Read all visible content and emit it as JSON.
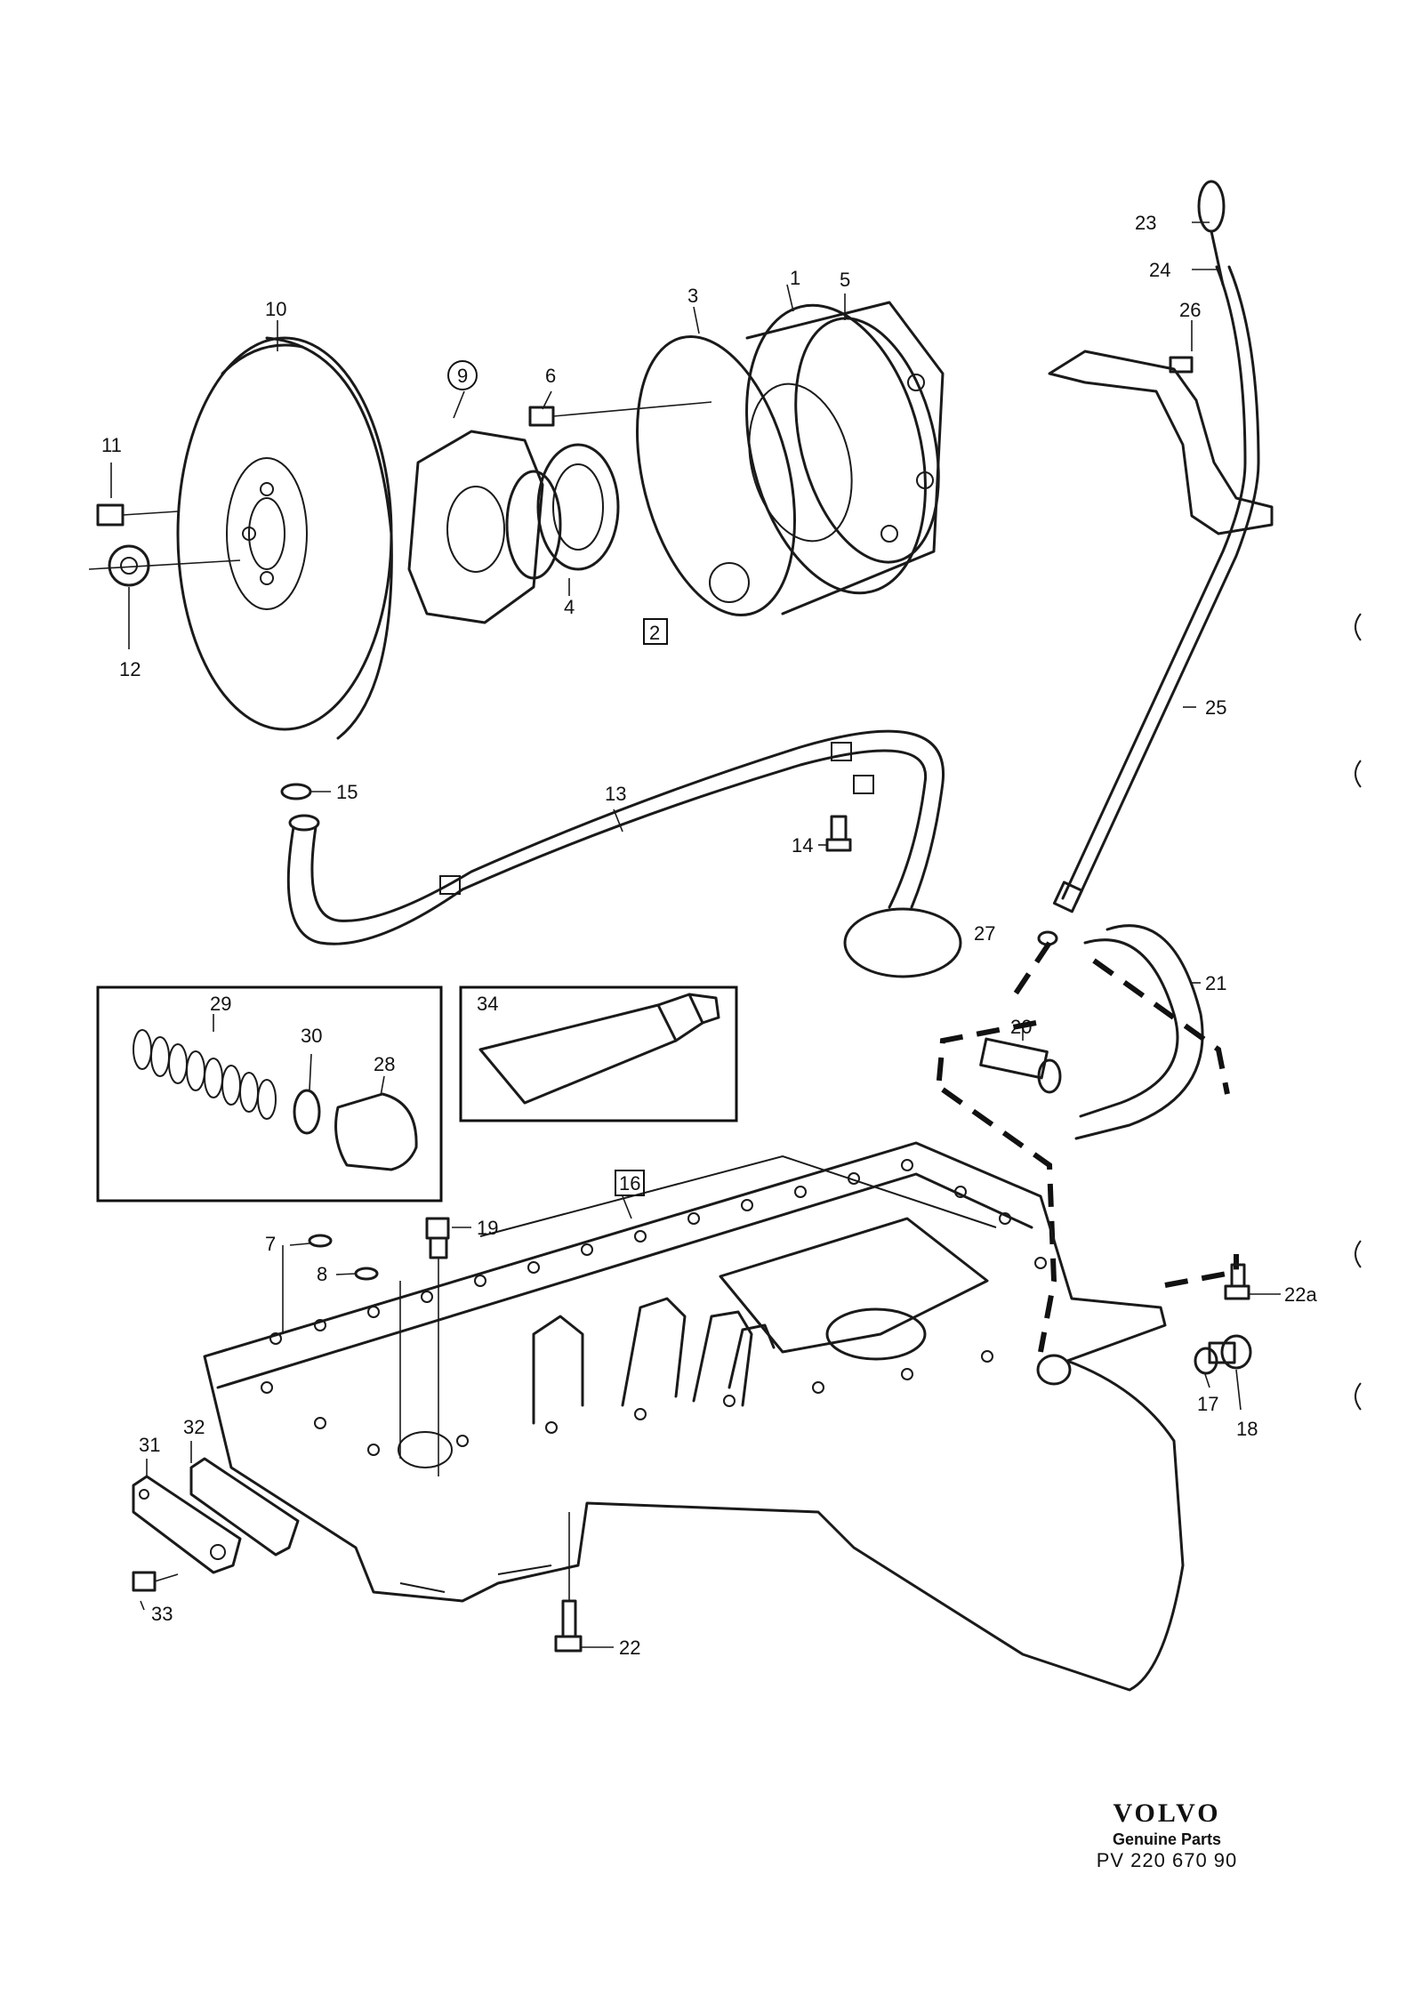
{
  "labels": {
    "p1": "1",
    "p2": "2",
    "p3": "3",
    "p4": "4",
    "p5": "5",
    "p6": "6",
    "p7": "7",
    "p8": "8",
    "p9": "9",
    "p10": "10",
    "p11": "11",
    "p12": "12",
    "p13": "13",
    "p14": "14",
    "p15": "15",
    "p16": "16",
    "p17": "17",
    "p18": "18",
    "p19": "19",
    "p20": "20",
    "p21": "21",
    "p22": "22",
    "p22a": "22a",
    "p23": "23",
    "p24": "24",
    "p25": "25",
    "p26": "26",
    "p27": "27",
    "p28": "28",
    "p29": "29",
    "p30": "30",
    "p31": "31",
    "p32": "32",
    "p33": "33",
    "p34": "34"
  },
  "footer": {
    "brand": "VOLVO",
    "tagline": "Genuine Parts",
    "code": "PV 220 670 90"
  }
}
